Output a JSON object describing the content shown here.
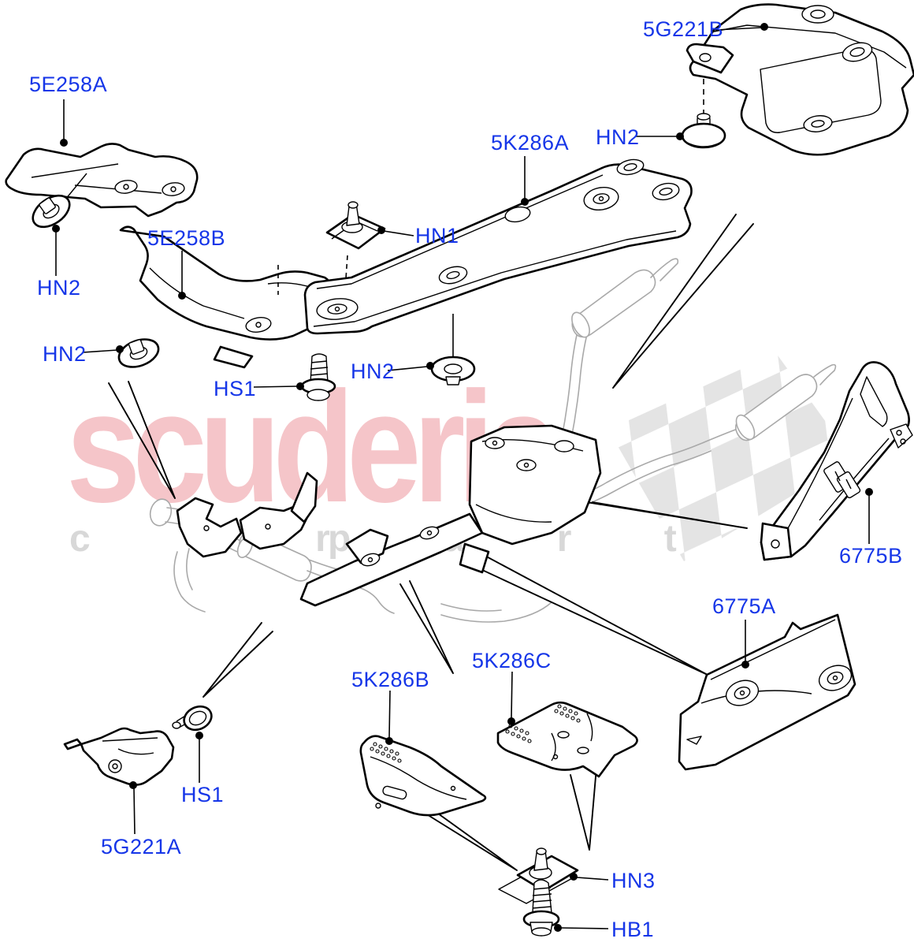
{
  "page": {
    "background": "#ffffff",
    "kind": "exploded parts line diagram",
    "subject": "exhaust system heat shields"
  },
  "watermark": {
    "brand": "scuderia",
    "tagline_left": "c a r",
    "tagline_right": "p a r t s",
    "brand_color": "#f5c5c9",
    "tagline_color": "#d8d8d8",
    "flag_color": "#dfdfdf"
  },
  "diagram": {
    "label_color": "#1636e8",
    "line_color": "#000000",
    "sketch_color": "#a9a9a9"
  },
  "labels": [
    {
      "text": "5E258A"
    },
    {
      "text": "HN2"
    },
    {
      "text": "5E258B"
    },
    {
      "text": "HN2"
    },
    {
      "text": "HS1"
    },
    {
      "text": "HN1"
    },
    {
      "text": "HN2"
    },
    {
      "text": "5K286A"
    },
    {
      "text": "HN2"
    },
    {
      "text": "5G221B"
    },
    {
      "text": "6775B"
    },
    {
      "text": "6775A"
    },
    {
      "text": "5K286B"
    },
    {
      "text": "5K286C"
    },
    {
      "text": "HS1"
    },
    {
      "text": "5G221A"
    },
    {
      "text": "HN3"
    },
    {
      "text": "HB1"
    }
  ]
}
